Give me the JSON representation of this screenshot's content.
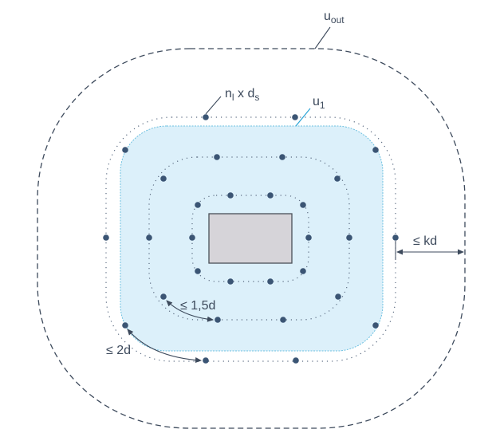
{
  "labels": {
    "u_out": {
      "base": "u",
      "sub": "out"
    },
    "u_1": {
      "base": "u",
      "sub": "1"
    },
    "reinforcement": {
      "n": "n",
      "n_sub": "l",
      "times": " x ",
      "d": "d",
      "d_sub": "s"
    },
    "kd": "≤ kd",
    "spacing_radial": "≤ 1,5d",
    "spacing_tangential": "≤ 2d"
  },
  "colors": {
    "outline": "#3d4a5c",
    "stud": "#3b5574",
    "zone_fill": "#dcf0fa",
    "zone_stroke": "#6cc0e0",
    "column_fill": "#d6d4d9",
    "column_stroke": "#4a4f58",
    "leader_blue": "#2ba4d6"
  }
}
